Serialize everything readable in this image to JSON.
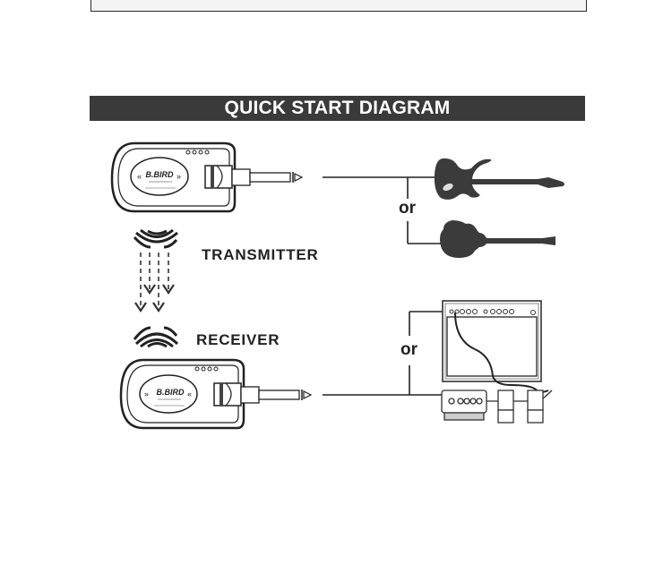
{
  "header": {
    "title": "QUICK START  DIAGRAM"
  },
  "labels": {
    "transmitter": "TRANSMITTER",
    "receiver": "RECEIVER",
    "or_top": "or",
    "or_bottom": "or"
  },
  "devices": {
    "transmitter": {
      "brand": "B.BIRD",
      "arrows_left": "«",
      "arrows_right": "»"
    },
    "receiver": {
      "brand": "B.BIRD",
      "arrows_left": "»",
      "arrows_right": "«"
    }
  },
  "colors": {
    "banner_bg": "#3a3a3a",
    "ink": "#222222"
  }
}
